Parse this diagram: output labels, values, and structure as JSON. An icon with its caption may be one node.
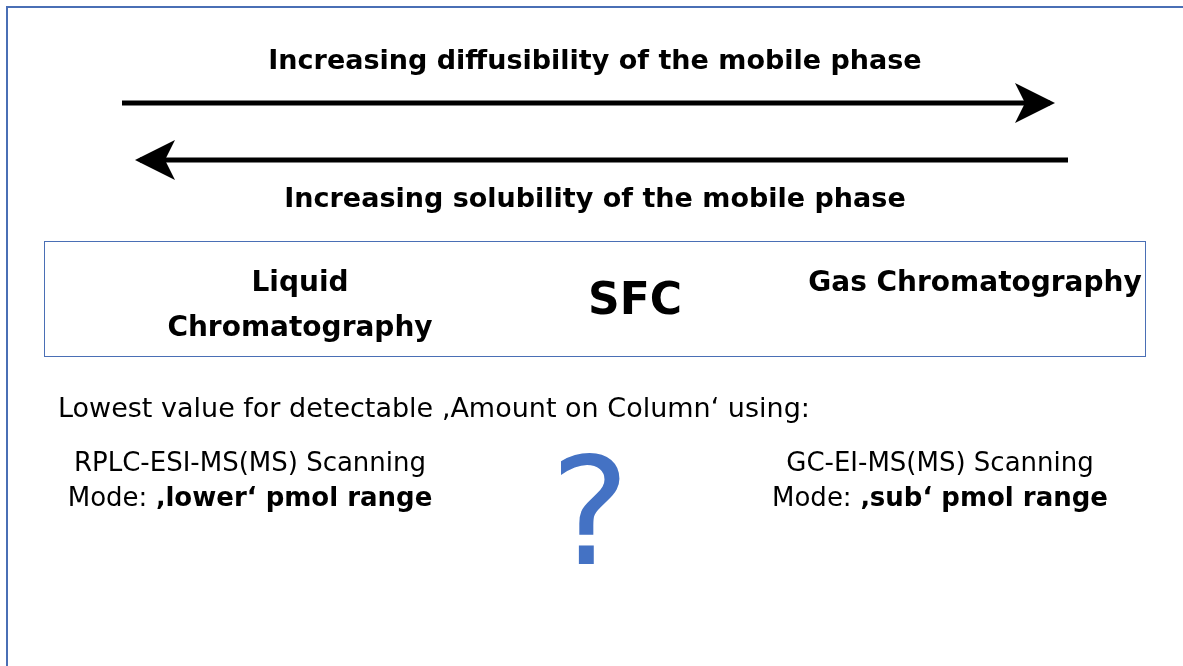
{
  "diagram": {
    "nodes": [
      {
        "text": [
          "Liquid Chromatography",
          "SFC",
          "Gas Chromatography"
        ]
      }
    ],
    "labels": [
      "Increasing diffusibility of the mobile phase",
      "Increasing solubility of the mobile phase",
      "Lowest value for detectable ‚Amount on Column‘ using:",
      "RPLC-ESI-MS(MS) Scanning Mode: **‚lower‘ pmol range**",
      "?",
      "GC-EI-MS(MS) Scanning Mode: **‚sub‘ pmol range**"
    ]
  }
}
